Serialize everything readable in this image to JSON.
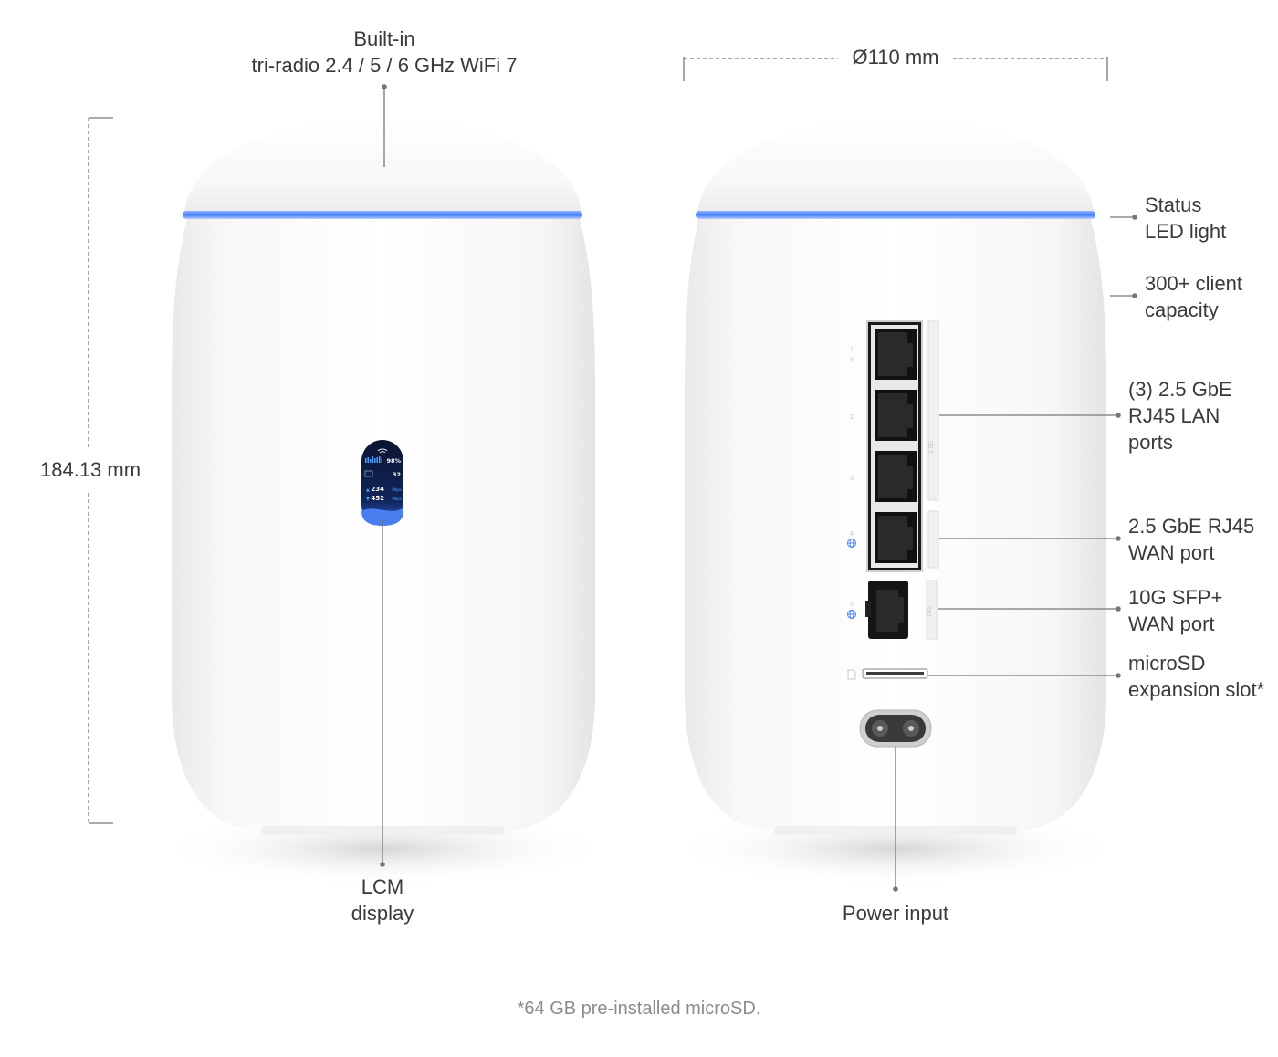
{
  "labels": {
    "wifi": [
      "Built-in",
      "tri-radio 2.4 / 5 / 6 GHz WiFi 7"
    ],
    "diameter": "Ø110 mm",
    "height": "184.13 mm",
    "status_led": [
      "Status",
      "LED light"
    ],
    "clients": [
      "300+ client",
      "capacity"
    ],
    "lan_ports": [
      "(3) 2.5 GbE",
      "RJ45 LAN",
      "ports"
    ],
    "wan_rj45": [
      "2.5 GbE RJ45",
      "WAN port"
    ],
    "wan_sfp": [
      "10G SFP+",
      "WAN port"
    ],
    "microsd": [
      "microSD",
      "expansion slot*"
    ],
    "lcm": [
      "LCM",
      "display"
    ],
    "power": "Power input"
  },
  "screen": {
    "percent": "98%",
    "clients": "32",
    "up": "234",
    "down": "452",
    "unit": "Mbps"
  },
  "ports": {
    "numbers": [
      "1",
      "2",
      "3",
      "4",
      "5"
    ],
    "side_label_lan": "2.5G",
    "side_label_sfp": "10G"
  },
  "footnote": "*64 GB pre-installed microSD.",
  "colors": {
    "led": "#3d7bff",
    "body": "#f7f7f7",
    "line": "#777777",
    "screen": "#0c1a3a"
  },
  "icons": [
    "wifi-icon",
    "bolt-icon",
    "globe-icon",
    "sd-card-icon"
  ]
}
